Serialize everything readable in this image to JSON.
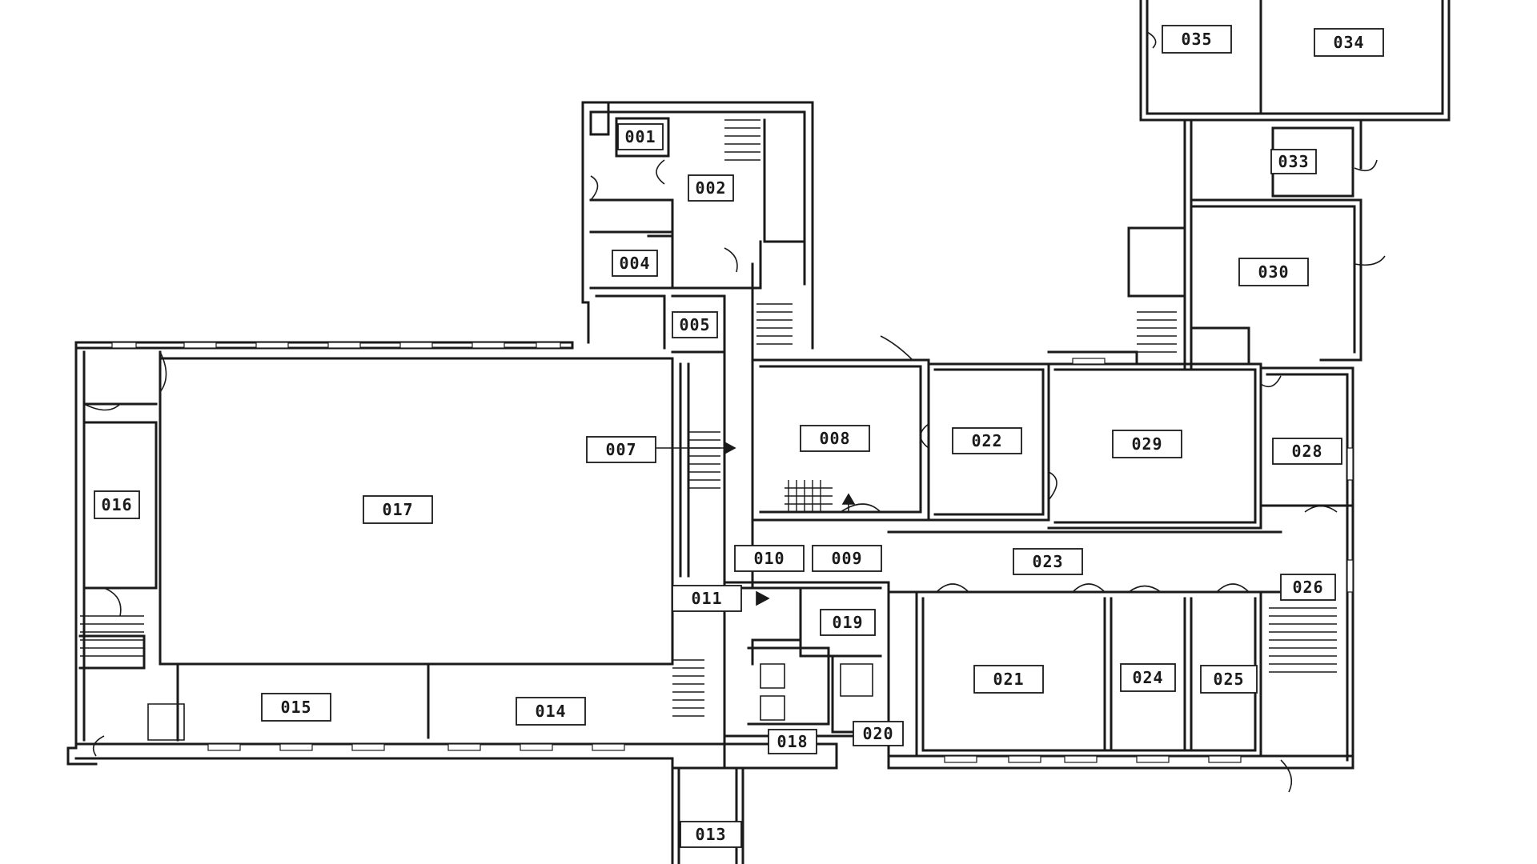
{
  "rooms": [
    {
      "id": "001",
      "label": "001"
    },
    {
      "id": "002",
      "label": "002"
    },
    {
      "id": "004",
      "label": "004"
    },
    {
      "id": "005",
      "label": "005"
    },
    {
      "id": "007",
      "label": "007"
    },
    {
      "id": "008",
      "label": "008"
    },
    {
      "id": "009",
      "label": "009"
    },
    {
      "id": "010",
      "label": "010"
    },
    {
      "id": "011",
      "label": "011"
    },
    {
      "id": "013",
      "label": "013"
    },
    {
      "id": "014",
      "label": "014"
    },
    {
      "id": "015",
      "label": "015"
    },
    {
      "id": "016",
      "label": "016"
    },
    {
      "id": "017",
      "label": "017"
    },
    {
      "id": "018",
      "label": "018"
    },
    {
      "id": "019",
      "label": "019"
    },
    {
      "id": "020",
      "label": "020"
    },
    {
      "id": "021",
      "label": "021"
    },
    {
      "id": "022",
      "label": "022"
    },
    {
      "id": "023",
      "label": "023"
    },
    {
      "id": "024",
      "label": "024"
    },
    {
      "id": "025",
      "label": "025"
    },
    {
      "id": "026",
      "label": "026"
    },
    {
      "id": "028",
      "label": "028"
    },
    {
      "id": "029",
      "label": "029"
    },
    {
      "id": "030",
      "label": "030"
    },
    {
      "id": "033",
      "label": "033"
    },
    {
      "id": "034",
      "label": "034"
    },
    {
      "id": "035",
      "label": "035"
    }
  ]
}
